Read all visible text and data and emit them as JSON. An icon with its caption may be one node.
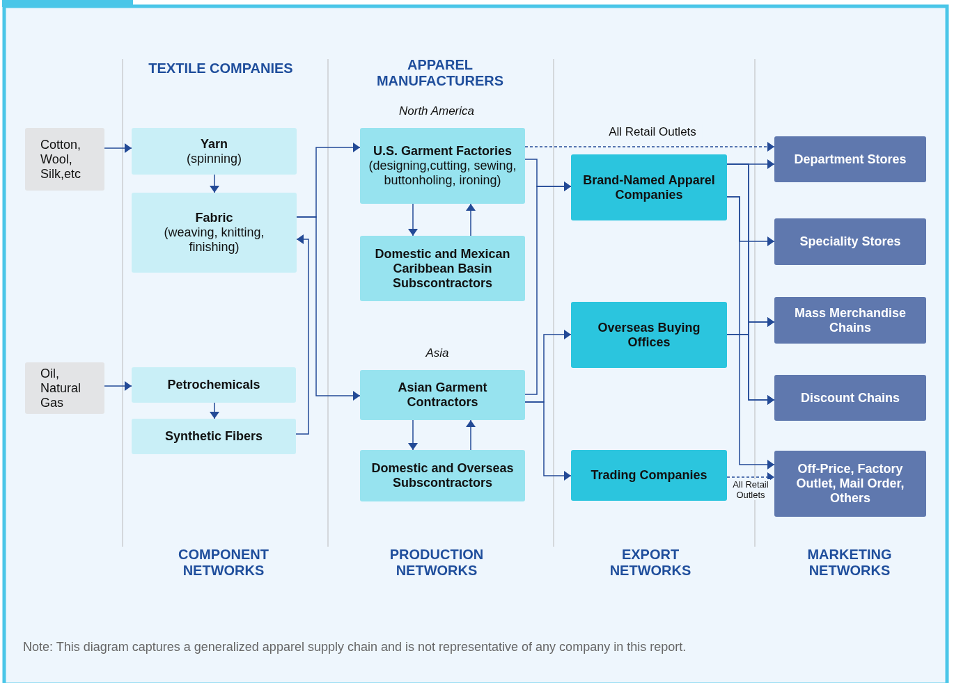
{
  "diagram": {
    "caption": "Note: This diagram captures a generalized apparel supply chain and is not representative of any company in this report.",
    "nodes": [
      {
        "text": [
          "Cotton, Wool, Silk,etc"
        ]
      },
      {
        "text": [
          "Yarn",
          "(spinning)"
        ]
      },
      {
        "text": [
          "Fabric",
          "(weaving, knitting, finishing)"
        ]
      },
      {
        "text": [
          "Oil, Natural Gas"
        ]
      },
      {
        "text": [
          "Petrochemicals"
        ]
      },
      {
        "text": [
          "Synthetic Fibers"
        ]
      },
      {
        "text": [
          "U.S. Garment Factories",
          "(designing,cutting, sewing, buttonholing, ironing)"
        ],
        "beside": [
          "North America"
        ]
      },
      {
        "text": [
          "Domestic and Mexican Caribbean Basin Subscontractors"
        ]
      },
      {
        "text": [
          "Asian Garment Contractors"
        ],
        "beside": [
          "Asia"
        ]
      },
      {
        "text": [
          "Domestic and Overseas Subscontractors"
        ]
      },
      {
        "text": [
          "Brand-Named Apparel Companies"
        ]
      },
      {
        "text": [
          "Overseas Buying Offices"
        ]
      },
      {
        "text": [
          "Trading Companies"
        ]
      },
      {
        "text": [
          "Department Stores"
        ]
      },
      {
        "text": [
          "Speciality Stores"
        ]
      },
      {
        "text": [
          "Mass Merchandise Chains"
        ]
      },
      {
        "text": [
          "Discount Chains"
        ]
      },
      {
        "text": [
          "Off-Price, Factory Outlet, Mail Order, Others"
        ]
      }
    ],
    "edges": [
      {
        "from": 0,
        "to": 1,
        "arrow": "to"
      },
      {
        "from": 1,
        "to": 2,
        "arrow": "to"
      },
      {
        "from": 3,
        "to": 4,
        "arrow": "to"
      },
      {
        "from": 4,
        "to": 5,
        "arrow": "to"
      },
      {
        "from": 2,
        "to": 6,
        "arrow": "to"
      },
      {
        "from": 2,
        "to": 8,
        "arrow": "to"
      },
      {
        "from": 5,
        "to": 2,
        "arrow": "to"
      },
      {
        "from": 6,
        "to": 7,
        "arrow": "to"
      },
      {
        "from": 7,
        "to": 6,
        "arrow": "to"
      },
      {
        "from": 8,
        "to": 9,
        "arrow": "to"
      },
      {
        "from": 9,
        "to": 8,
        "arrow": "to"
      },
      {
        "from": 6,
        "to": 13,
        "arrow": "to",
        "style": "dashed",
        "label": "All Retail Outlets"
      },
      {
        "from": 6,
        "to": 10,
        "arrow": "to"
      },
      {
        "from": 8,
        "to": 10,
        "arrow": "to"
      },
      {
        "from": 8,
        "to": 11,
        "arrow": "to"
      },
      {
        "from": 8,
        "to": 12,
        "arrow": "to"
      },
      {
        "from": 10,
        "to": 13,
        "arrow": "to"
      },
      {
        "from": 10,
        "to": 14,
        "arrow": "to"
      },
      {
        "from": 10,
        "to": 15,
        "arrow": "to"
      },
      {
        "from": 10,
        "to": 16,
        "arrow": "to"
      },
      {
        "from": 10,
        "to": 17,
        "arrow": "to"
      },
      {
        "from": 11,
        "to": 15,
        "arrow": "to"
      },
      {
        "from": 11,
        "to": 16,
        "arrow": "to"
      },
      {
        "from": 12,
        "to": 17,
        "arrow": "to",
        "style": "dashed",
        "label": "All Retail Outlets"
      }
    ],
    "labels": [
      "TEXTILE COMPANIES",
      "APPAREL MANUFACTURERS",
      "COMPONENT NETWORKS",
      "PRODUCTION NETWORKS",
      "EXPORT NETWORKS",
      "MARKETING NETWORKS"
    ]
  }
}
